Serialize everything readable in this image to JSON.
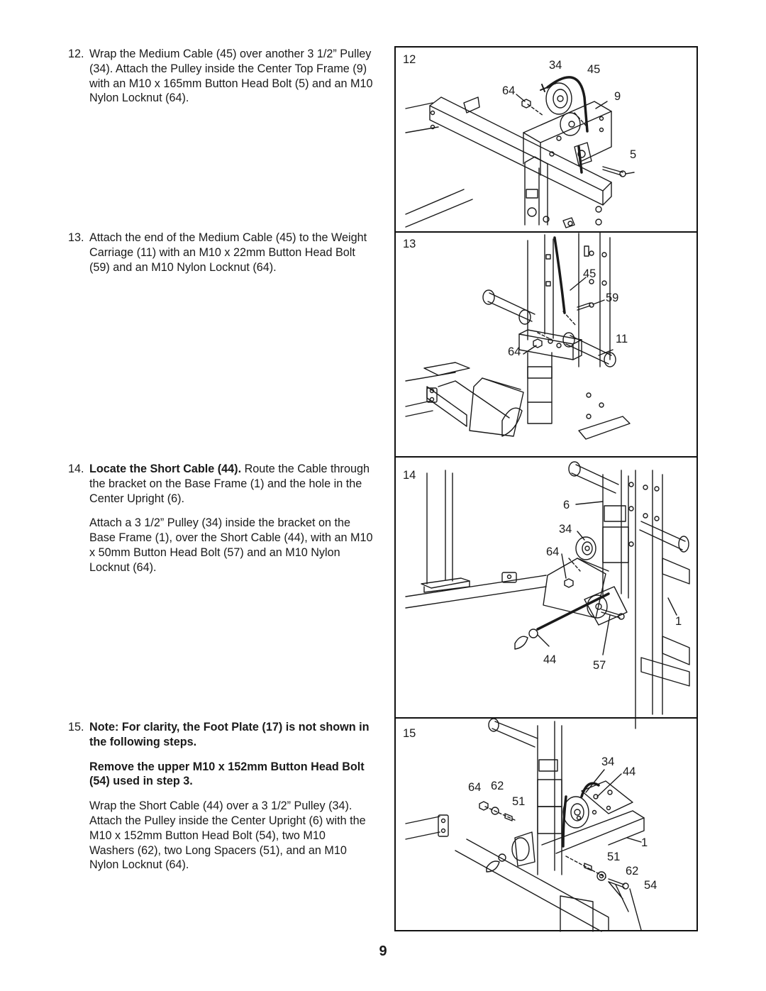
{
  "steps": [
    {
      "number": "12.",
      "text": "Wrap the Medium Cable (45) over another 3 1/2” Pulley (34). Attach the Pulley inside the Center Top Frame (9) with an M10 x 165mm Button Head Bolt (5) and an M10 Nylon Locknut (64)."
    },
    {
      "number": "13.",
      "text": "Attach the end of the Medium Cable (45) to the Weight Carriage (11) with an M10 x 22mm Button Head Bolt (59) and an M10 Nylon Locknut (64)."
    },
    {
      "number": "14.",
      "lead": "Locate the Short Cable (44).",
      "text": " Route the Cable through the bracket on the Base Frame (1) and the hole in the Center Upright (6).",
      "text2": "Attach a 3 1/2” Pulley (34) inside the bracket on the Base Frame (1), over the Short Cable (44), with an M10 x 50mm Button Head Bolt (57) and an M10 Nylon Locknut (64)."
    },
    {
      "number": "15.",
      "note": "Note: For clarity, the Foot Plate (17) is not shown in the following steps.",
      "remove": "Remove the upper M10 x 152mm Button Head Bolt (54) used in step 3.",
      "text": "Wrap the Short Cable (44) over a 3 1/2” Pulley (34). Attach the Pulley inside the Center Upright (6) with the M10 x 152mm Button Head Bolt (54), two M10 Washers (62), two Long Spacers (51), and an M10 Nylon Locknut (64)."
    }
  ],
  "figures": [
    {
      "step": "12",
      "labels": {
        "a": "34",
        "b": "45",
        "c": "64",
        "d": "9",
        "e": "5"
      }
    },
    {
      "step": "13",
      "labels": {
        "a": "45",
        "b": "59",
        "c": "11",
        "d": "64"
      }
    },
    {
      "step": "14",
      "labels": {
        "a": "6",
        "b": "34",
        "c": "64",
        "d": "1",
        "e": "44",
        "f": "57"
      }
    },
    {
      "step": "15",
      "labels": {
        "a": "34",
        "b": "44",
        "c": "64",
        "d": "62",
        "e": "51",
        "f": "1",
        "g": "51",
        "h": "62",
        "i": "54"
      }
    }
  ],
  "page_number": "9"
}
